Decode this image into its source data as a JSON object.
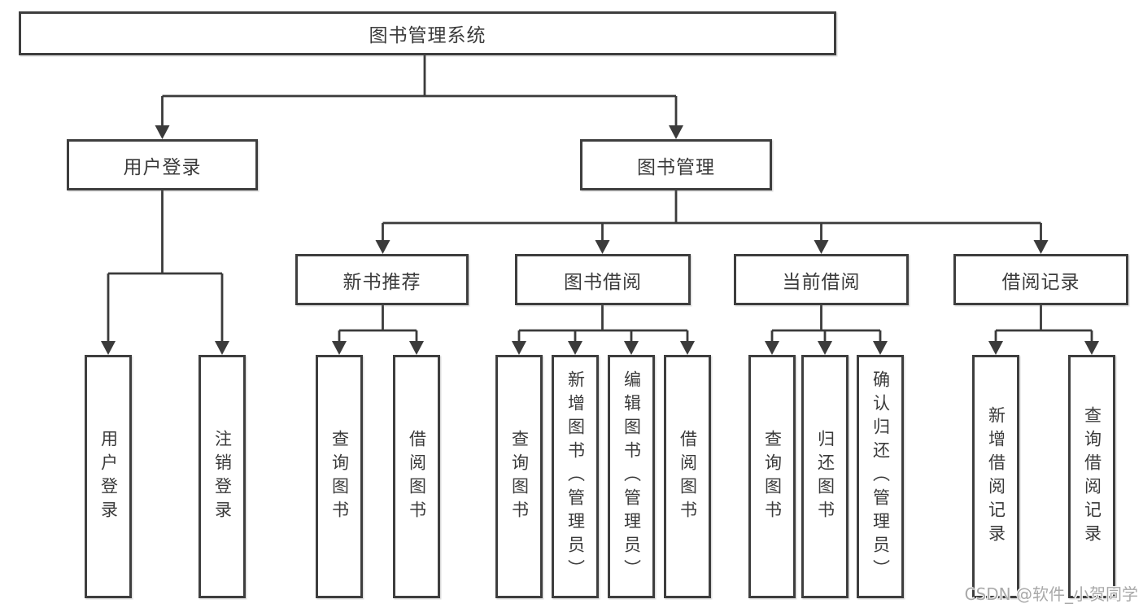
{
  "diagram": {
    "root": {
      "label": "图书管理系统"
    },
    "level2": [
      {
        "label": "用户登录"
      },
      {
        "label": "图书管理"
      }
    ],
    "login_children": [
      {
        "label": "用户登录"
      },
      {
        "label": "注销登录"
      }
    ],
    "level3": [
      {
        "label": "新书推荐"
      },
      {
        "label": "图书借阅"
      },
      {
        "label": "当前借阅"
      },
      {
        "label": "借阅记录"
      }
    ],
    "recommend_children": [
      {
        "label": "查询图书"
      },
      {
        "label": "借阅图书"
      }
    ],
    "borrow_children": [
      {
        "label": "查询图书"
      },
      {
        "label": "新增图书（管理员）"
      },
      {
        "label": "编辑图书（管理员）"
      },
      {
        "label": "借阅图书"
      }
    ],
    "current_children": [
      {
        "label": "查询图书"
      },
      {
        "label": "归还图书"
      },
      {
        "label": "确认归还（管理员）"
      }
    ],
    "record_children": [
      {
        "label": "新增借阅记录"
      },
      {
        "label": "查询借阅记录"
      }
    ]
  },
  "watermark": {
    "text": "CSDN @软件_小贺同学"
  },
  "colors": {
    "line": "#3b3b3b",
    "box_border": "#3e3e3e",
    "text": "#3b3b3b",
    "watermark": "#a9a9a9",
    "background": "#ffffff"
  }
}
